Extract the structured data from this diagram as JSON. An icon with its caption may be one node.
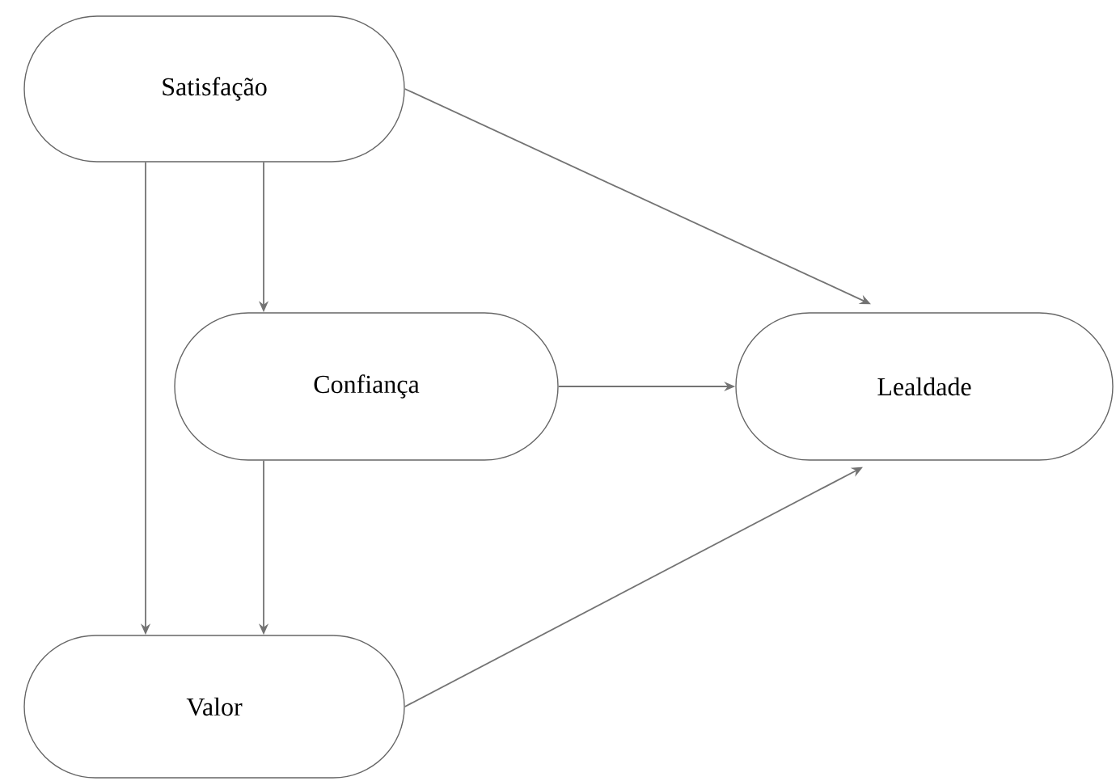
{
  "diagram": {
    "nodes": [
      {
        "text": [
          "Satisfação"
        ]
      },
      {
        "text": [
          "Confiança"
        ]
      },
      {
        "text": [
          "Lealdade"
        ]
      },
      {
        "text": [
          "Valor"
        ]
      }
    ],
    "edges": [
      {
        "from": 0,
        "to": 2,
        "arrow": "to"
      },
      {
        "from": 0,
        "to": 1,
        "arrow": "to"
      },
      {
        "from": 0,
        "to": 3,
        "arrow": "to"
      },
      {
        "from": 1,
        "to": 2,
        "arrow": "to"
      },
      {
        "from": 1,
        "to": 3,
        "arrow": "to"
      },
      {
        "from": 3,
        "to": 2,
        "arrow": "to"
      }
    ]
  }
}
